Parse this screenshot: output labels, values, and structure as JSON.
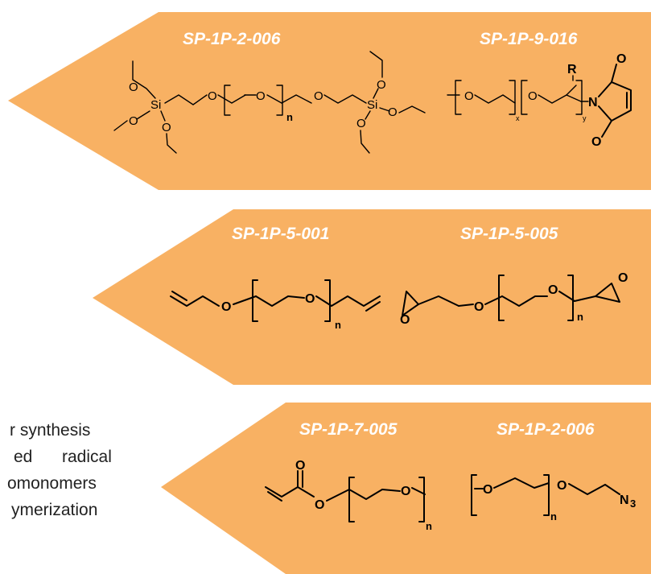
{
  "colors": {
    "arrow_fill": "#F8B163",
    "label_text": "#FFFFFF",
    "structure": "#000000"
  },
  "side_text": {
    "line1": "r synthesis",
    "line2_a": "ed",
    "line2_b": "radical",
    "line3": "omonomers",
    "line4": "ymerization"
  },
  "panels": [
    {
      "labels": [
        "SP-1P-2-006",
        "SP-1P-9-016"
      ],
      "atoms": {
        "o": "O",
        "si": "Si",
        "n": "n",
        "x": "x",
        "y": "y",
        "r": "R",
        "nitrogen": "N"
      }
    },
    {
      "labels": [
        "SP-1P-5-001",
        "SP-1P-5-005"
      ],
      "atoms": {
        "o": "O",
        "n": "n"
      }
    },
    {
      "labels": [
        "SP-1P-7-005",
        "SP-1P-2-006"
      ],
      "atoms": {
        "o": "O",
        "n": "n",
        "azide": "N",
        "azide_sub": "3"
      }
    }
  ]
}
